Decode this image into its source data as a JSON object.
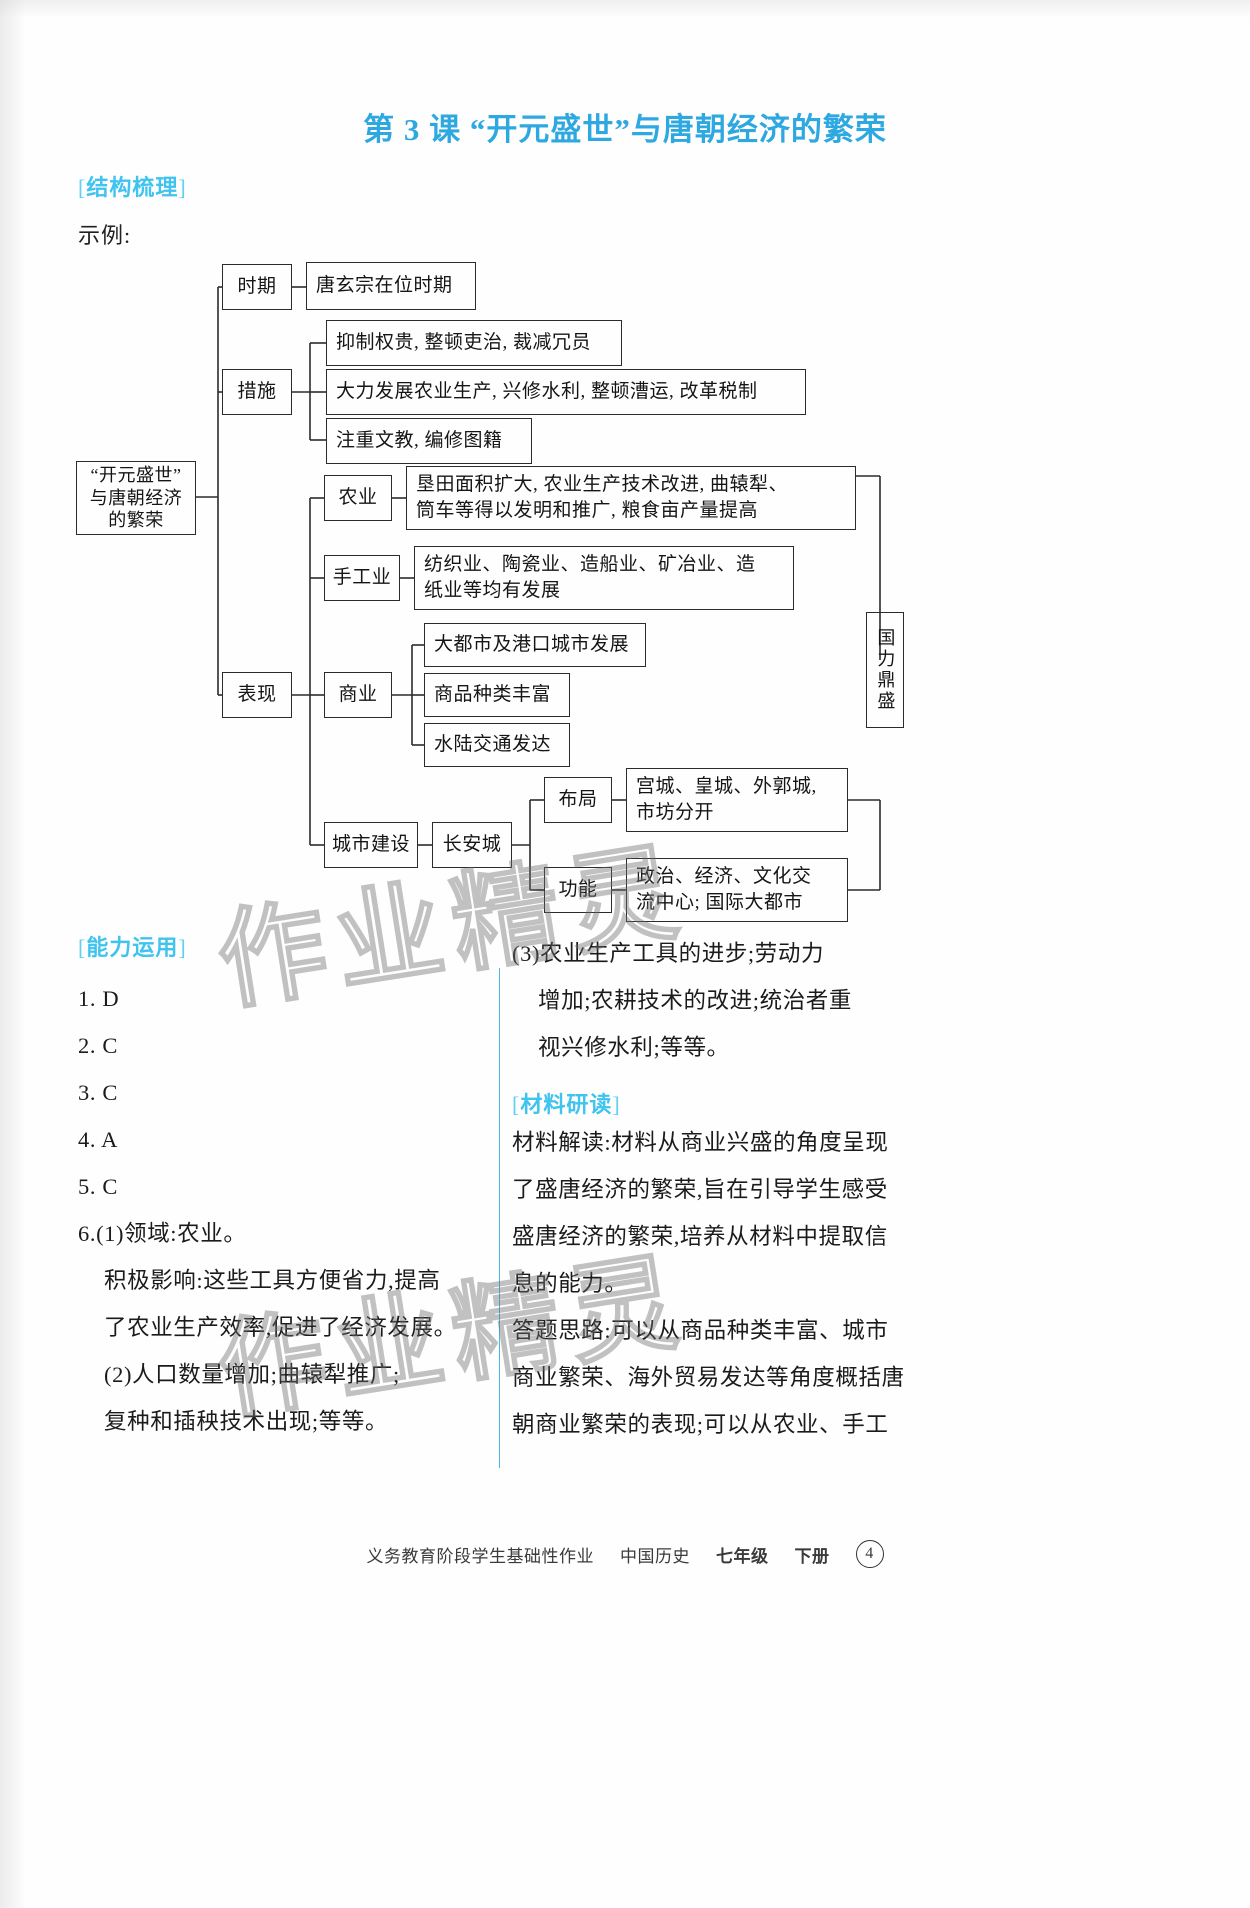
{
  "page": {
    "title": "第 3 课  “开元盛世”与唐朝经济的繁荣",
    "accent_color": "#3fc3ef",
    "title_color": "#2ea8e0",
    "watermark": "作业精灵"
  },
  "sections": {
    "structure": {
      "bracket_open": "[",
      "label": "结构梳理",
      "bracket_close": "]"
    },
    "ability": {
      "bracket_open": "[",
      "label": "能力运用",
      "bracket_close": "]"
    },
    "material": {
      "bracket_open": "[",
      "label": "材料研读",
      "bracket_close": "]"
    }
  },
  "example_label": "示例:",
  "diagram": {
    "root": "“开元盛世”\n与唐朝经济\n的繁荣",
    "root_lines": [
      "“开元盛世”",
      "与唐朝经济",
      "的繁荣"
    ],
    "nodes": {
      "period_label": "时期",
      "period_value": "唐玄宗在位时期",
      "measures_label": "措施",
      "measures": [
        "抑制权贵, 整顿吏治, 裁减冗员",
        "大力发展农业生产, 兴修水利, 整顿漕运, 改革税制",
        "注重文教, 编修图籍"
      ],
      "manifest_label": "表现",
      "agriculture_label": "农业",
      "agriculture_lines": [
        "垦田面积扩大, 农业生产技术改进, 曲辕犁、",
        "筒车等得以发明和推广, 粮食亩产量提高"
      ],
      "handicraft_label": "手工业",
      "handicraft_lines": [
        "纺织业、陶瓷业、造船业、矿冶业、造",
        "纸业等均有发展"
      ],
      "commerce_label": "商业",
      "commerce_items": [
        "大都市及港口城市发展",
        "商品种类丰富",
        "水陆交通发达"
      ],
      "urban_label": "城市建设",
      "changan_label": "长安城",
      "layout_label": "布局",
      "layout_lines": [
        "宫城、皇城、外郭城,",
        "市坊分开"
      ],
      "function_label": "功能",
      "function_lines": [
        "政治、经济、文化交",
        "流中心; 国际大都市"
      ],
      "outcome_label": "国力鼎盛"
    }
  },
  "answers": {
    "choice": [
      {
        "num": "1.",
        "value": "D"
      },
      {
        "num": "2.",
        "value": "C"
      },
      {
        "num": "3.",
        "value": "C"
      },
      {
        "num": "4.",
        "value": "A"
      },
      {
        "num": "5.",
        "value": "C"
      }
    ],
    "q6_lines": [
      "6.(1)领域:农业。",
      "积极影响:这些工具方便省力,提高",
      "了农业生产效率,促进了经济发展。",
      "(2)人口数量增加;曲辕犁推广;",
      "复种和插秧技术出现;等等。"
    ],
    "q6_right_lines": [
      "(3)农业生产工具的进步;劳动力",
      "增加;农耕技术的改进;统治者重",
      "视兴修水利;等等。"
    ]
  },
  "material_study": {
    "lines": [
      "材料解读:材料从商业兴盛的角度呈现",
      "了盛唐经济的繁荣,旨在引导学生感受",
      "盛唐经济的繁荣,培养从材料中提取信",
      "息的能力。",
      "答题思路:可以从商品种类丰富、城市",
      "商业繁荣、海外贸易发达等角度概括唐",
      "朝商业繁荣的表现;可以从农业、手工"
    ]
  },
  "footer": {
    "series": "义务教育阶段学生基础性作业",
    "subject": "中国历史",
    "grade": "七年级",
    "volume": "下册",
    "page_number": "4"
  }
}
